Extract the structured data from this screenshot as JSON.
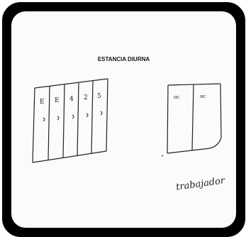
{
  "title": "ESTANCIA DIURNA",
  "left_block": {
    "column_marks": [
      "E",
      "E",
      "4",
      "2",
      "5"
    ]
  },
  "right_block": {
    "column_marks": [
      "oc",
      "oc"
    ]
  },
  "signature": "trabajador",
  "colors": {
    "frame": "#000000",
    "paper": "#fbfbfb",
    "ink": "#222222"
  }
}
